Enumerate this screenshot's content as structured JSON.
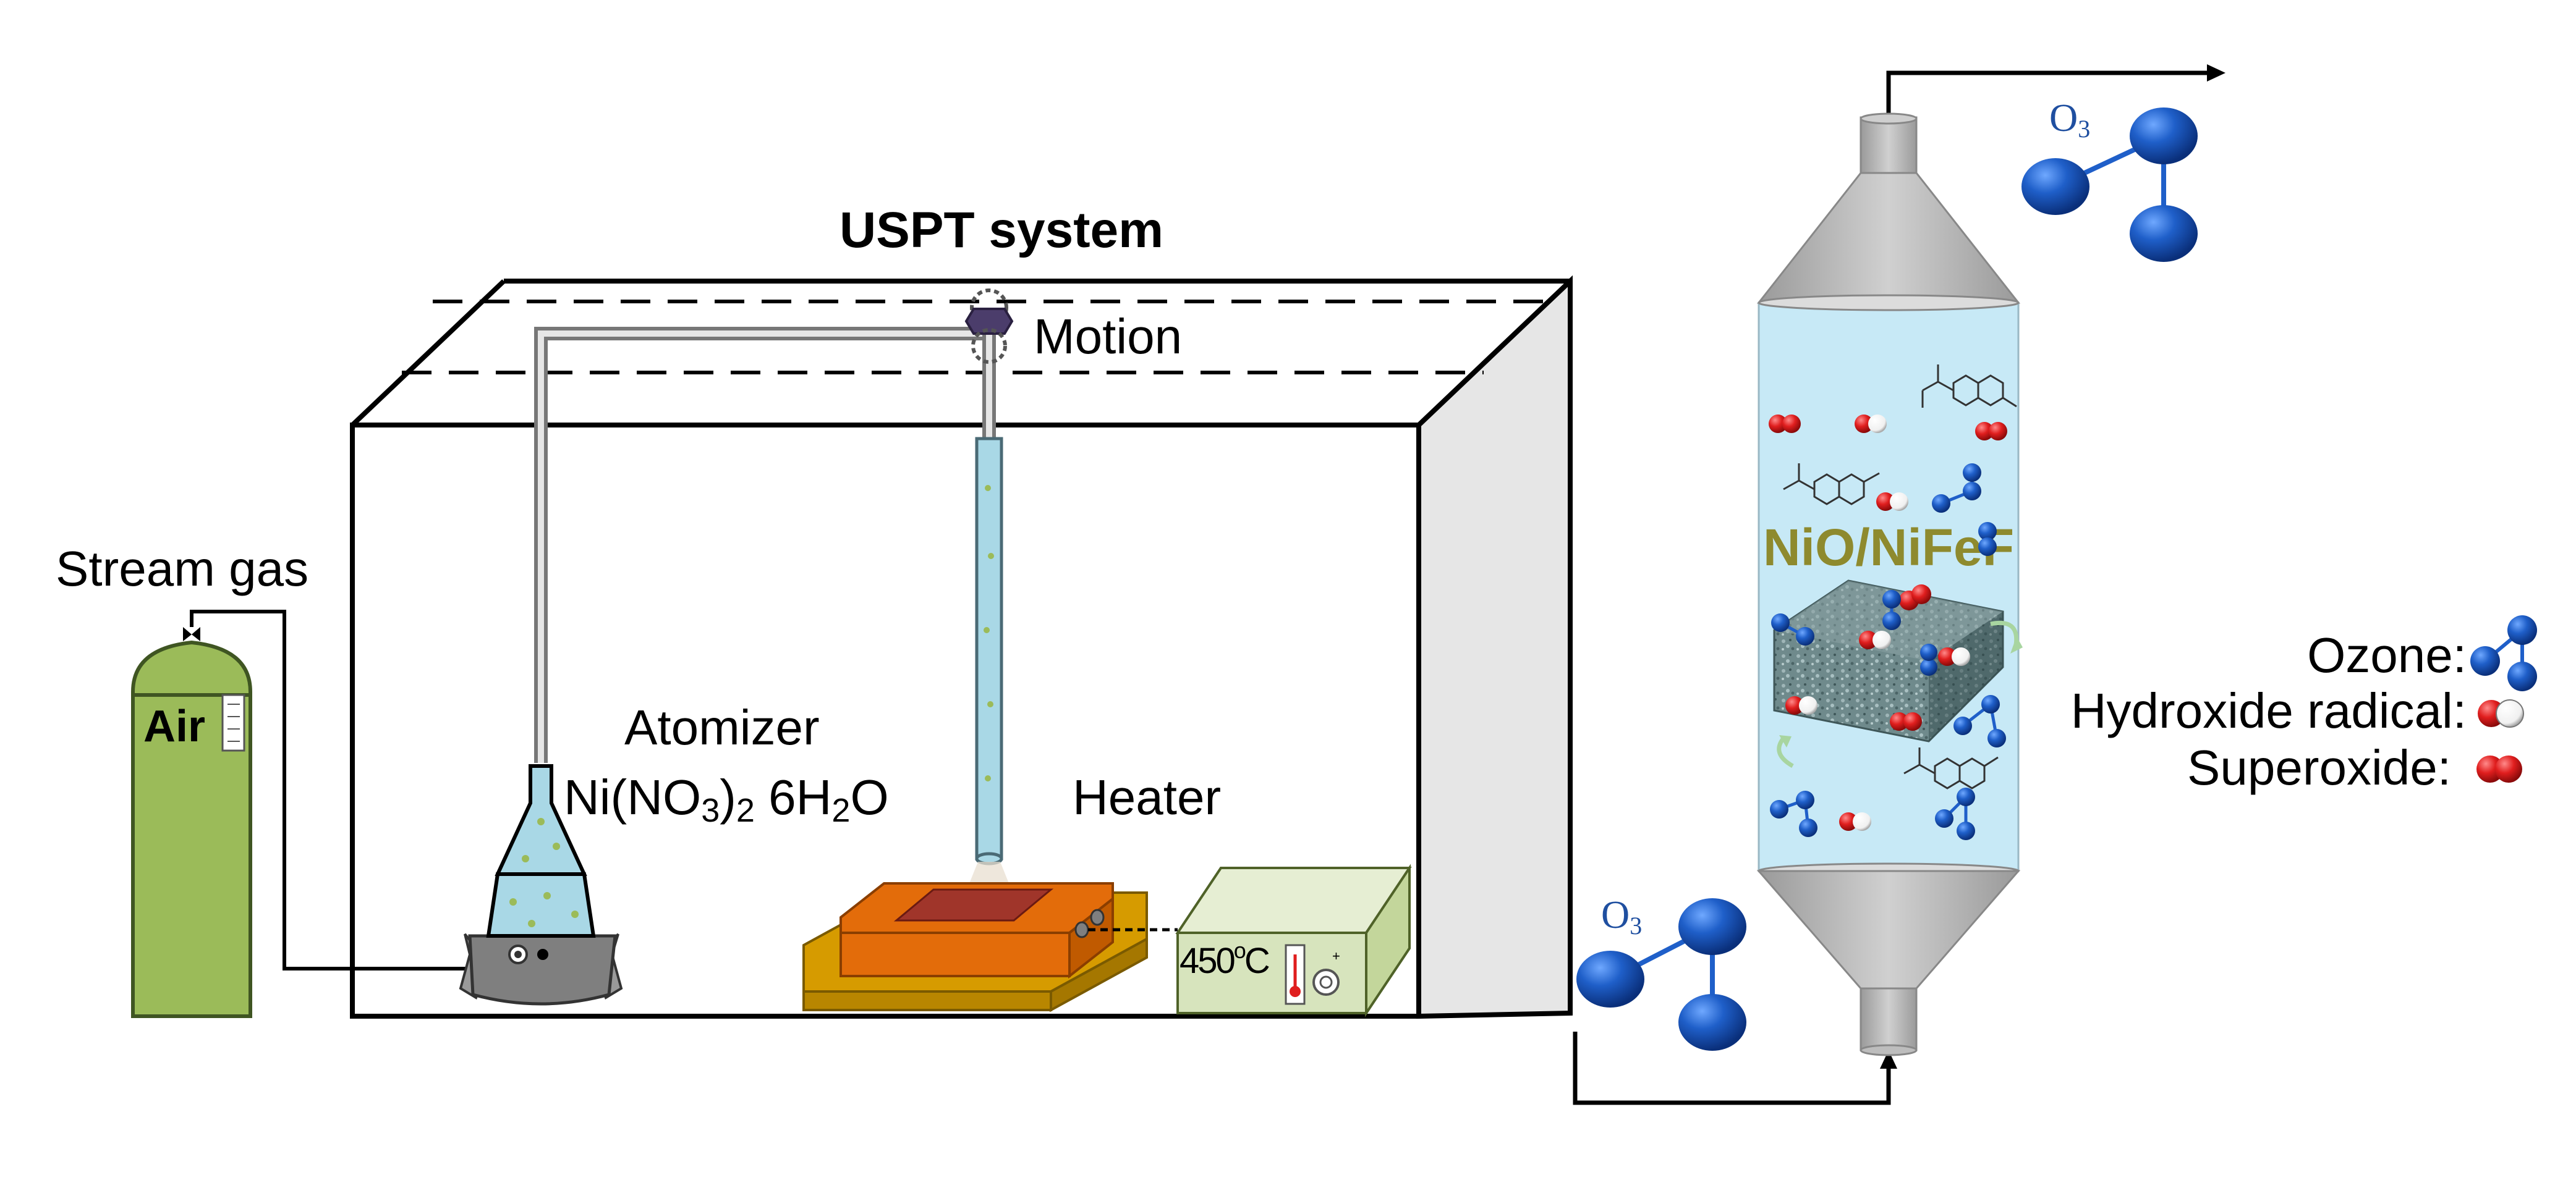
{
  "title": "USPT system",
  "labels": {
    "motion": "Motion",
    "stream_gas": "Stream gas",
    "air": "Air",
    "atomizer": "Atomizer",
    "precursor_prefix": "Ni(NO",
    "precursor_sub1": "3",
    "precursor_mid": ")",
    "precursor_sub2": "2",
    "precursor_mid2": " 6H",
    "precursor_sub3": "2",
    "precursor_suffix": "O",
    "heater": "Heater",
    "temperature_value": "450",
    "temperature_unit": "o",
    "temperature_c": "C",
    "catalyst": "NiO/NiFeF",
    "o3_prefix": "O",
    "o3_sub": "3"
  },
  "legend": [
    {
      "label": "Ozone:",
      "symbol": "ozone"
    },
    {
      "label": "Hydroxide radical:",
      "symbol": "hydroxide"
    },
    {
      "label": "Superoxide:",
      "symbol": "superoxide"
    }
  ],
  "colors": {
    "box_line": "#000000",
    "tube_fill": "#a9d8e6",
    "reactor_fill": "#c7e9f6",
    "reactor_shell": "#b8b8b8",
    "catalyst_text": "#8e8a2e",
    "cylinder": "#9bbb59",
    "heater_top": "#e36c0a",
    "heater_base": "#d69b00",
    "controller": "#d7e4bd",
    "ozone": "#1f5fc9",
    "oxygen_red": "#e01e1e"
  }
}
